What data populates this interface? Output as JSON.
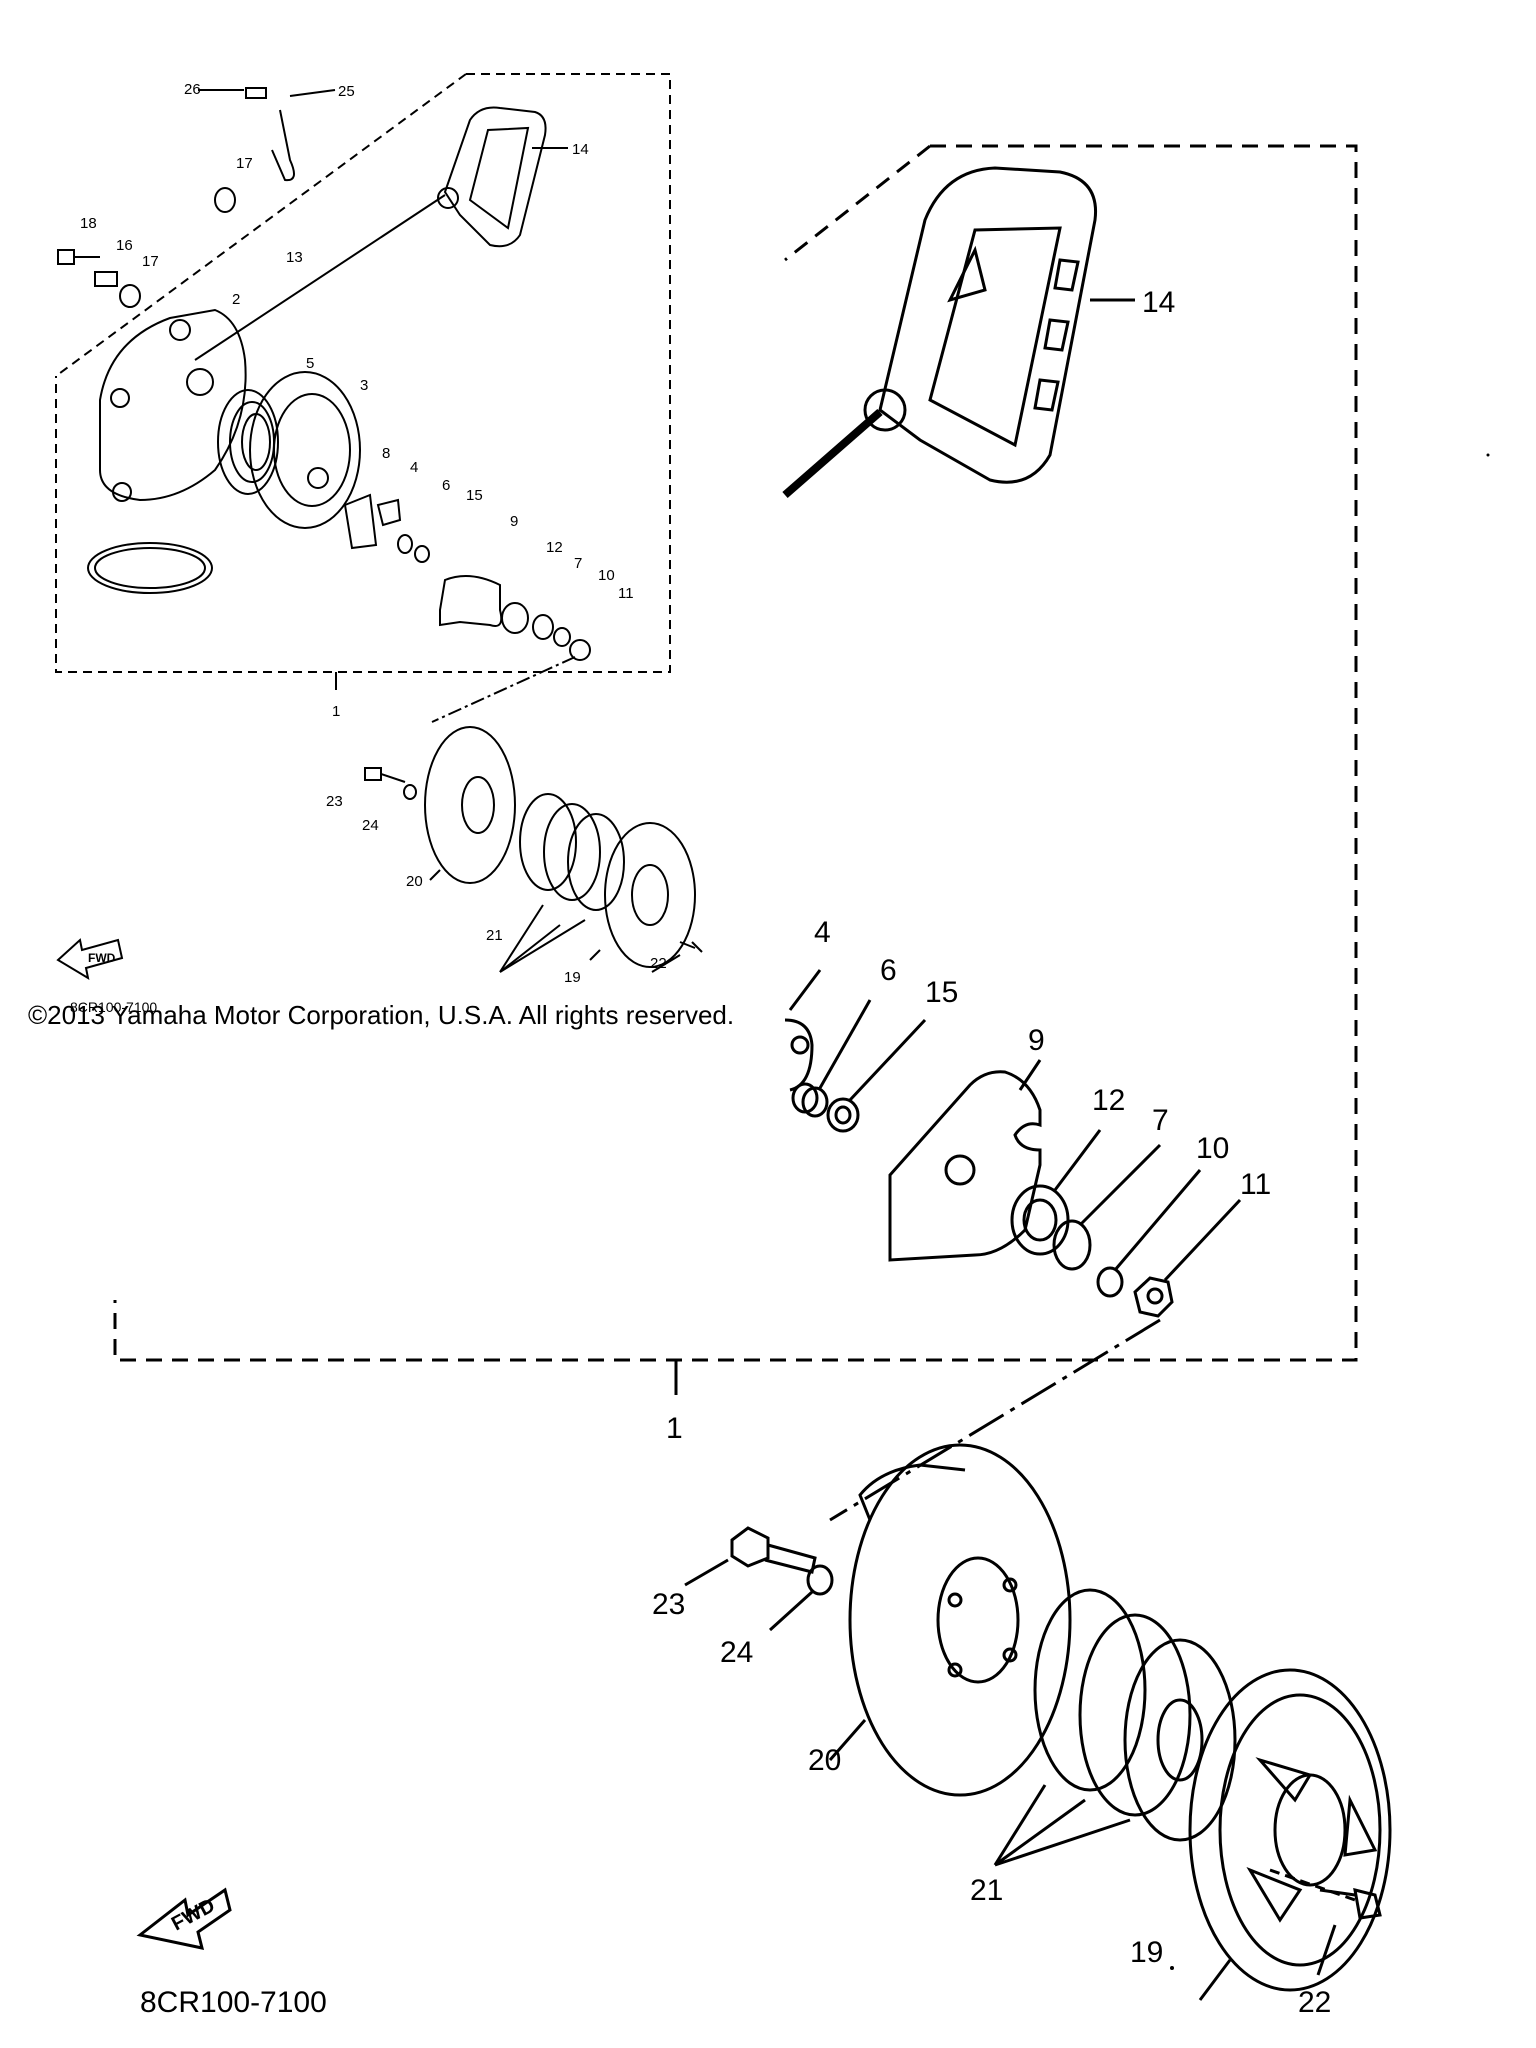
{
  "copyright": "©2013 Yamaha Motor Corporation, U.S.A. All rights reserved.",
  "code_small": "8CR100-7100",
  "code_large": "8CR100-7100",
  "fwd_small": "FWD",
  "fwd_large": "FWD",
  "small_callouts": [
    "26",
    "25",
    "14",
    "17",
    "18",
    "16",
    "17",
    "13",
    "2",
    "5",
    "3",
    "8",
    "4",
    "6",
    "15",
    "9",
    "12",
    "7",
    "10",
    "11",
    "1",
    "23",
    "24",
    "20",
    "21",
    "19",
    "22"
  ],
  "large_callouts": [
    "14",
    "4",
    "6",
    "15",
    "9",
    "12",
    "7",
    "10",
    "11",
    "1",
    "23",
    "24",
    "20",
    "21",
    "19",
    "22"
  ]
}
